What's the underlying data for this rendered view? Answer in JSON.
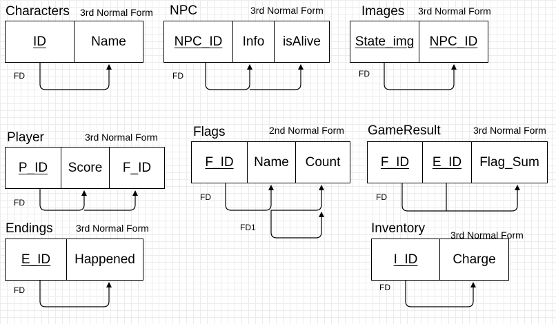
{
  "tables": {
    "characters": {
      "title": "Characters",
      "normal_form": "3rd Normal Form",
      "fd_label": "FD",
      "columns": [
        {
          "name": "ID",
          "key": true
        },
        {
          "name": "Name",
          "key": false
        }
      ]
    },
    "npc": {
      "title": "NPC",
      "normal_form": "3rd Normal Form",
      "fd_label": "FD",
      "columns": [
        {
          "name": "NPC_ID",
          "key": true
        },
        {
          "name": "Info",
          "key": false
        },
        {
          "name": "isAlive",
          "key": false
        }
      ]
    },
    "images": {
      "title": "Images",
      "normal_form": "3rd Normal Form",
      "fd_label": "FD",
      "columns": [
        {
          "name": "State_img",
          "key": true
        },
        {
          "name": "NPC_ID",
          "key": true
        }
      ]
    },
    "player": {
      "title": "Player",
      "normal_form": "3rd Normal Form",
      "fd_label": "FD",
      "columns": [
        {
          "name": "P_ID",
          "key": true
        },
        {
          "name": "Score",
          "key": false
        },
        {
          "name": "F_ID",
          "key": false
        }
      ]
    },
    "flags": {
      "title": "Flags",
      "normal_form": "2nd Normal Form",
      "fd_label": "FD",
      "fd1_label": "FD1",
      "columns": [
        {
          "name": "F_ID",
          "key": true
        },
        {
          "name": "Name",
          "key": false
        },
        {
          "name": "Count",
          "key": false
        }
      ]
    },
    "gameresult": {
      "title": "GameResult",
      "normal_form": "3rd Normal Form",
      "fd_label": "FD",
      "columns": [
        {
          "name": "F_ID",
          "key": true
        },
        {
          "name": "E_ID",
          "key": true
        },
        {
          "name": "Flag_Sum",
          "key": false
        }
      ]
    },
    "endings": {
      "title": "Endings",
      "normal_form": "3rd Normal Form",
      "fd_label": "FD",
      "columns": [
        {
          "name": "E_ID",
          "key": true
        },
        {
          "name": "Happened",
          "key": false
        }
      ]
    },
    "inventory": {
      "title": "Inventory",
      "normal_form": "3rd Normal Form",
      "fd_label": "FD",
      "columns": [
        {
          "name": "I_ID",
          "key": true
        },
        {
          "name": "Charge",
          "key": false
        }
      ]
    }
  }
}
